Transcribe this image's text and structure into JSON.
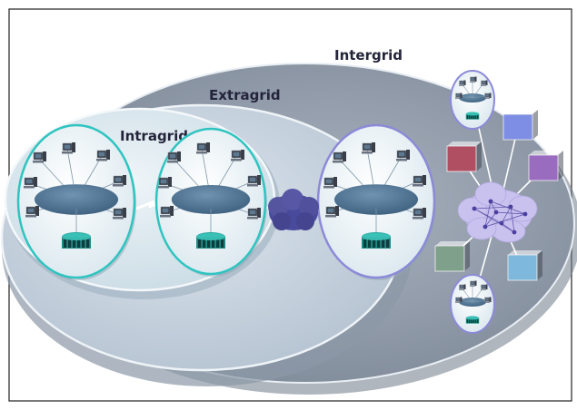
{
  "labels": {
    "intergrid": "Intergrid",
    "extragrid": "Extragrid",
    "intragrid": "Intragrid"
  },
  "colors": {
    "intergrid_fill": "#8f9aa8",
    "extragrid_fill": "#c4d0dc",
    "intragrid_fill": "#d8e6ee",
    "ring_teal": "#2fc4c0",
    "ring_purple": "#8c8ad8",
    "bus_blue": "#4e7596",
    "cloud_purple": "#4a4a9c",
    "cloud_lilac": "#c9c1ee",
    "square_red": "#b04f62",
    "square_blue": "#7e8ee4",
    "square_purple": "#9a6cc0",
    "square_green": "#7fa08a",
    "square_lightblue": "#7fb8dd"
  },
  "icons": [
    "workstation-icon",
    "server-icon",
    "storage-array-icon",
    "network-bus-icon",
    "cloud-icon",
    "resource-node-icon"
  ]
}
